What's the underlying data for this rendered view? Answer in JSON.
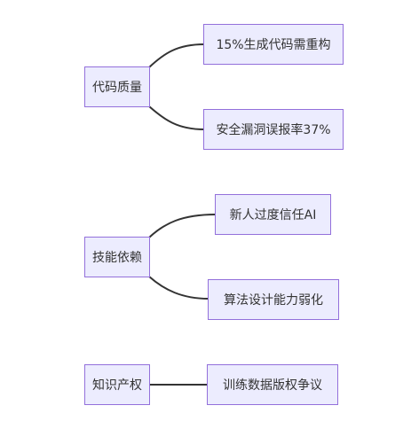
{
  "theme": {
    "node_fill": "#ececfe",
    "node_border": "#9370db",
    "edge_color": "#333333",
    "text_color": "#333333"
  },
  "groups": [
    {
      "root": "代码质量",
      "children": [
        "15%生成代码需重构",
        "安全漏洞误报率37%"
      ]
    },
    {
      "root": "技能依赖",
      "children": [
        "新人过度信任AI",
        "算法设计能力弱化"
      ]
    },
    {
      "root": "知识产权",
      "children": [
        "训练数据版权争议"
      ]
    }
  ]
}
